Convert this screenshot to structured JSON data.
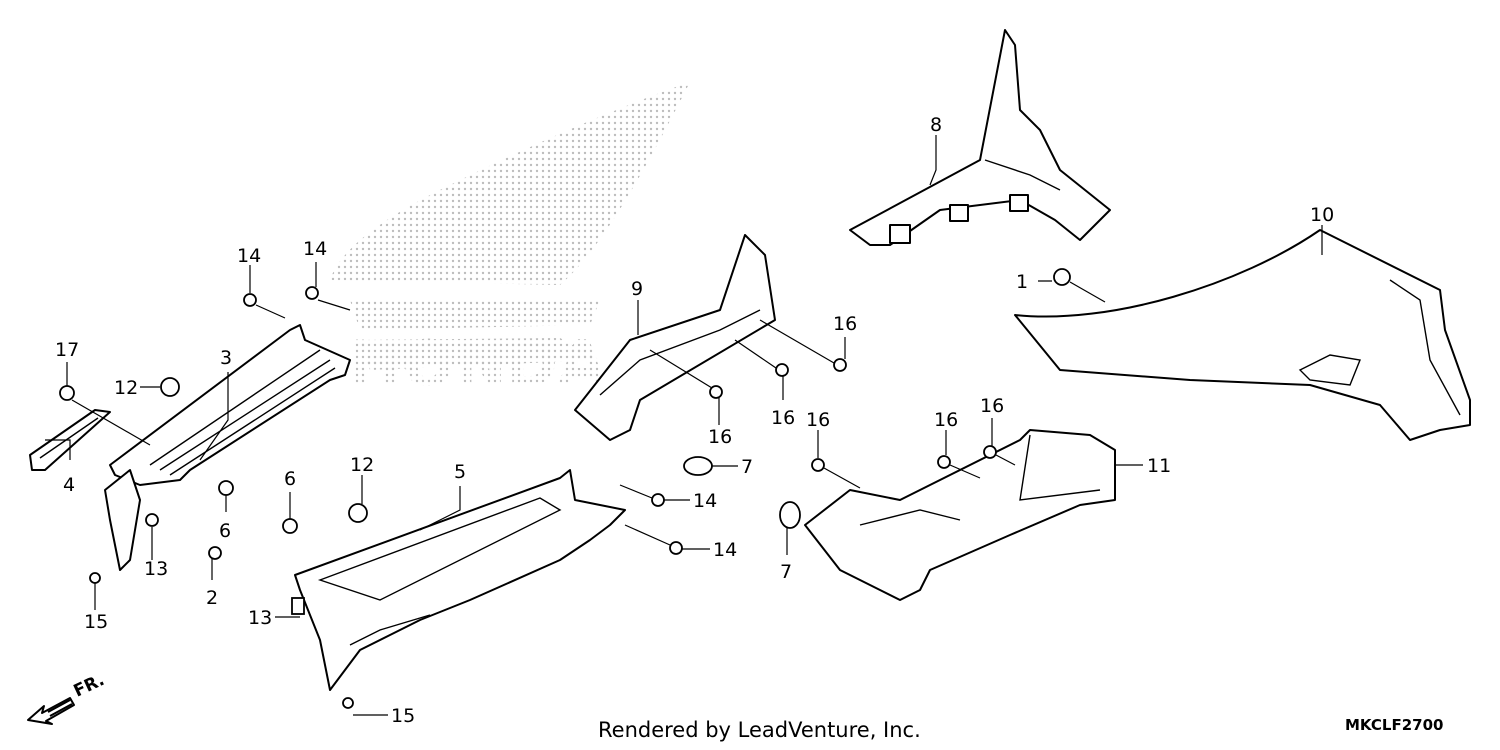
{
  "diagram": {
    "diagram_code": "MKCLF2700",
    "rendered_by": "Rendered by LeadVenture, Inc.",
    "front_marker": "FR.",
    "callouts": [
      {
        "id": "c1",
        "label": "1"
      },
      {
        "id": "c2",
        "label": "2"
      },
      {
        "id": "c3",
        "label": "3"
      },
      {
        "id": "c4",
        "label": "4"
      },
      {
        "id": "c5",
        "label": "5"
      },
      {
        "id": "c6a",
        "label": "6"
      },
      {
        "id": "c6b",
        "label": "6"
      },
      {
        "id": "c7a",
        "label": "7"
      },
      {
        "id": "c7b",
        "label": "7"
      },
      {
        "id": "c8",
        "label": "8"
      },
      {
        "id": "c9",
        "label": "9"
      },
      {
        "id": "c10",
        "label": "10"
      },
      {
        "id": "c11",
        "label": "11"
      },
      {
        "id": "c12a",
        "label": "12"
      },
      {
        "id": "c12b",
        "label": "12"
      },
      {
        "id": "c13a",
        "label": "13"
      },
      {
        "id": "c13b",
        "label": "13"
      },
      {
        "id": "c14a",
        "label": "14"
      },
      {
        "id": "c14b",
        "label": "14"
      },
      {
        "id": "c14c",
        "label": "14"
      },
      {
        "id": "c14d",
        "label": "14"
      },
      {
        "id": "c15a",
        "label": "15"
      },
      {
        "id": "c15b",
        "label": "15"
      },
      {
        "id": "c16a",
        "label": "16"
      },
      {
        "id": "c16b",
        "label": "16"
      },
      {
        "id": "c16c",
        "label": "16"
      },
      {
        "id": "c16d",
        "label": "16"
      },
      {
        "id": "c16e",
        "label": "16"
      },
      {
        "id": "c16f",
        "label": "16"
      },
      {
        "id": "c17",
        "label": "17"
      }
    ],
    "watermark_colors": {
      "logo_dots": "#bdbdbd",
      "text": "#e2e2e2"
    }
  }
}
